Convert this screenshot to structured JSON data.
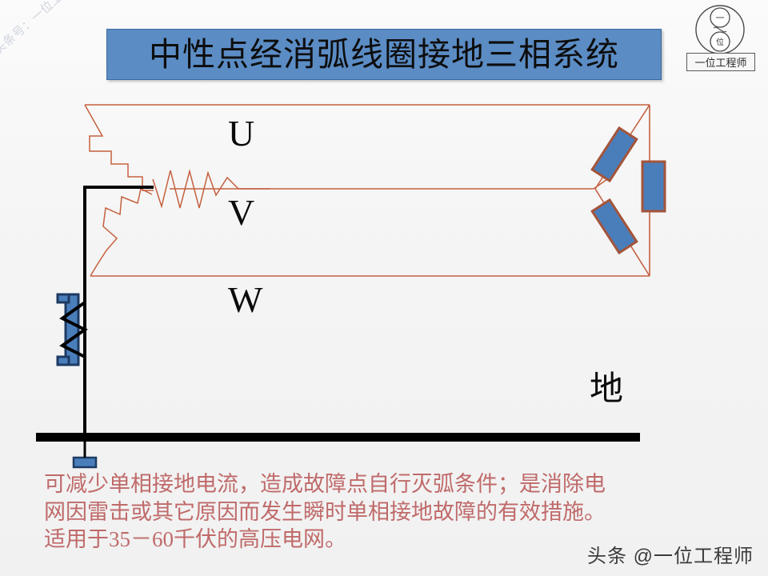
{
  "title": {
    "text": "中性点经消弧线圈接地三相系统"
  },
  "watermarks": {
    "top_left": "头条号：一位工程师",
    "bottom_right": "头条 @一位工程师"
  },
  "logo": {
    "label": "一位工程师",
    "inner_top_char": "一",
    "inner_bottom_char": "位"
  },
  "diagram": {
    "phase_labels": [
      "U",
      "V",
      "W"
    ],
    "earth_label": "地",
    "colors": {
      "line": "#c5603f",
      "block_fill": "#4a7ebb",
      "block_stroke": "#a4543a",
      "neutral": "#000000",
      "ground_bar": "#000000",
      "coil_fill": "#4a7ebb",
      "coil_stroke": "#1f3a5f"
    },
    "components": {
      "source_winding": "star-connected three-phase winding",
      "load": "delta-connected three-phase load",
      "neutral_device": "arc-suppression coil (Petersen coil)",
      "ground": "earth bar"
    }
  },
  "caption": {
    "line1": "可减少单相接地电流，造成故障点自行灭弧条件；是消除电",
    "line2": "网因雷击或其它原因而发生瞬时单相接地故障的有效措施。",
    "line3": "适用于35－60千伏的高压电网。"
  }
}
